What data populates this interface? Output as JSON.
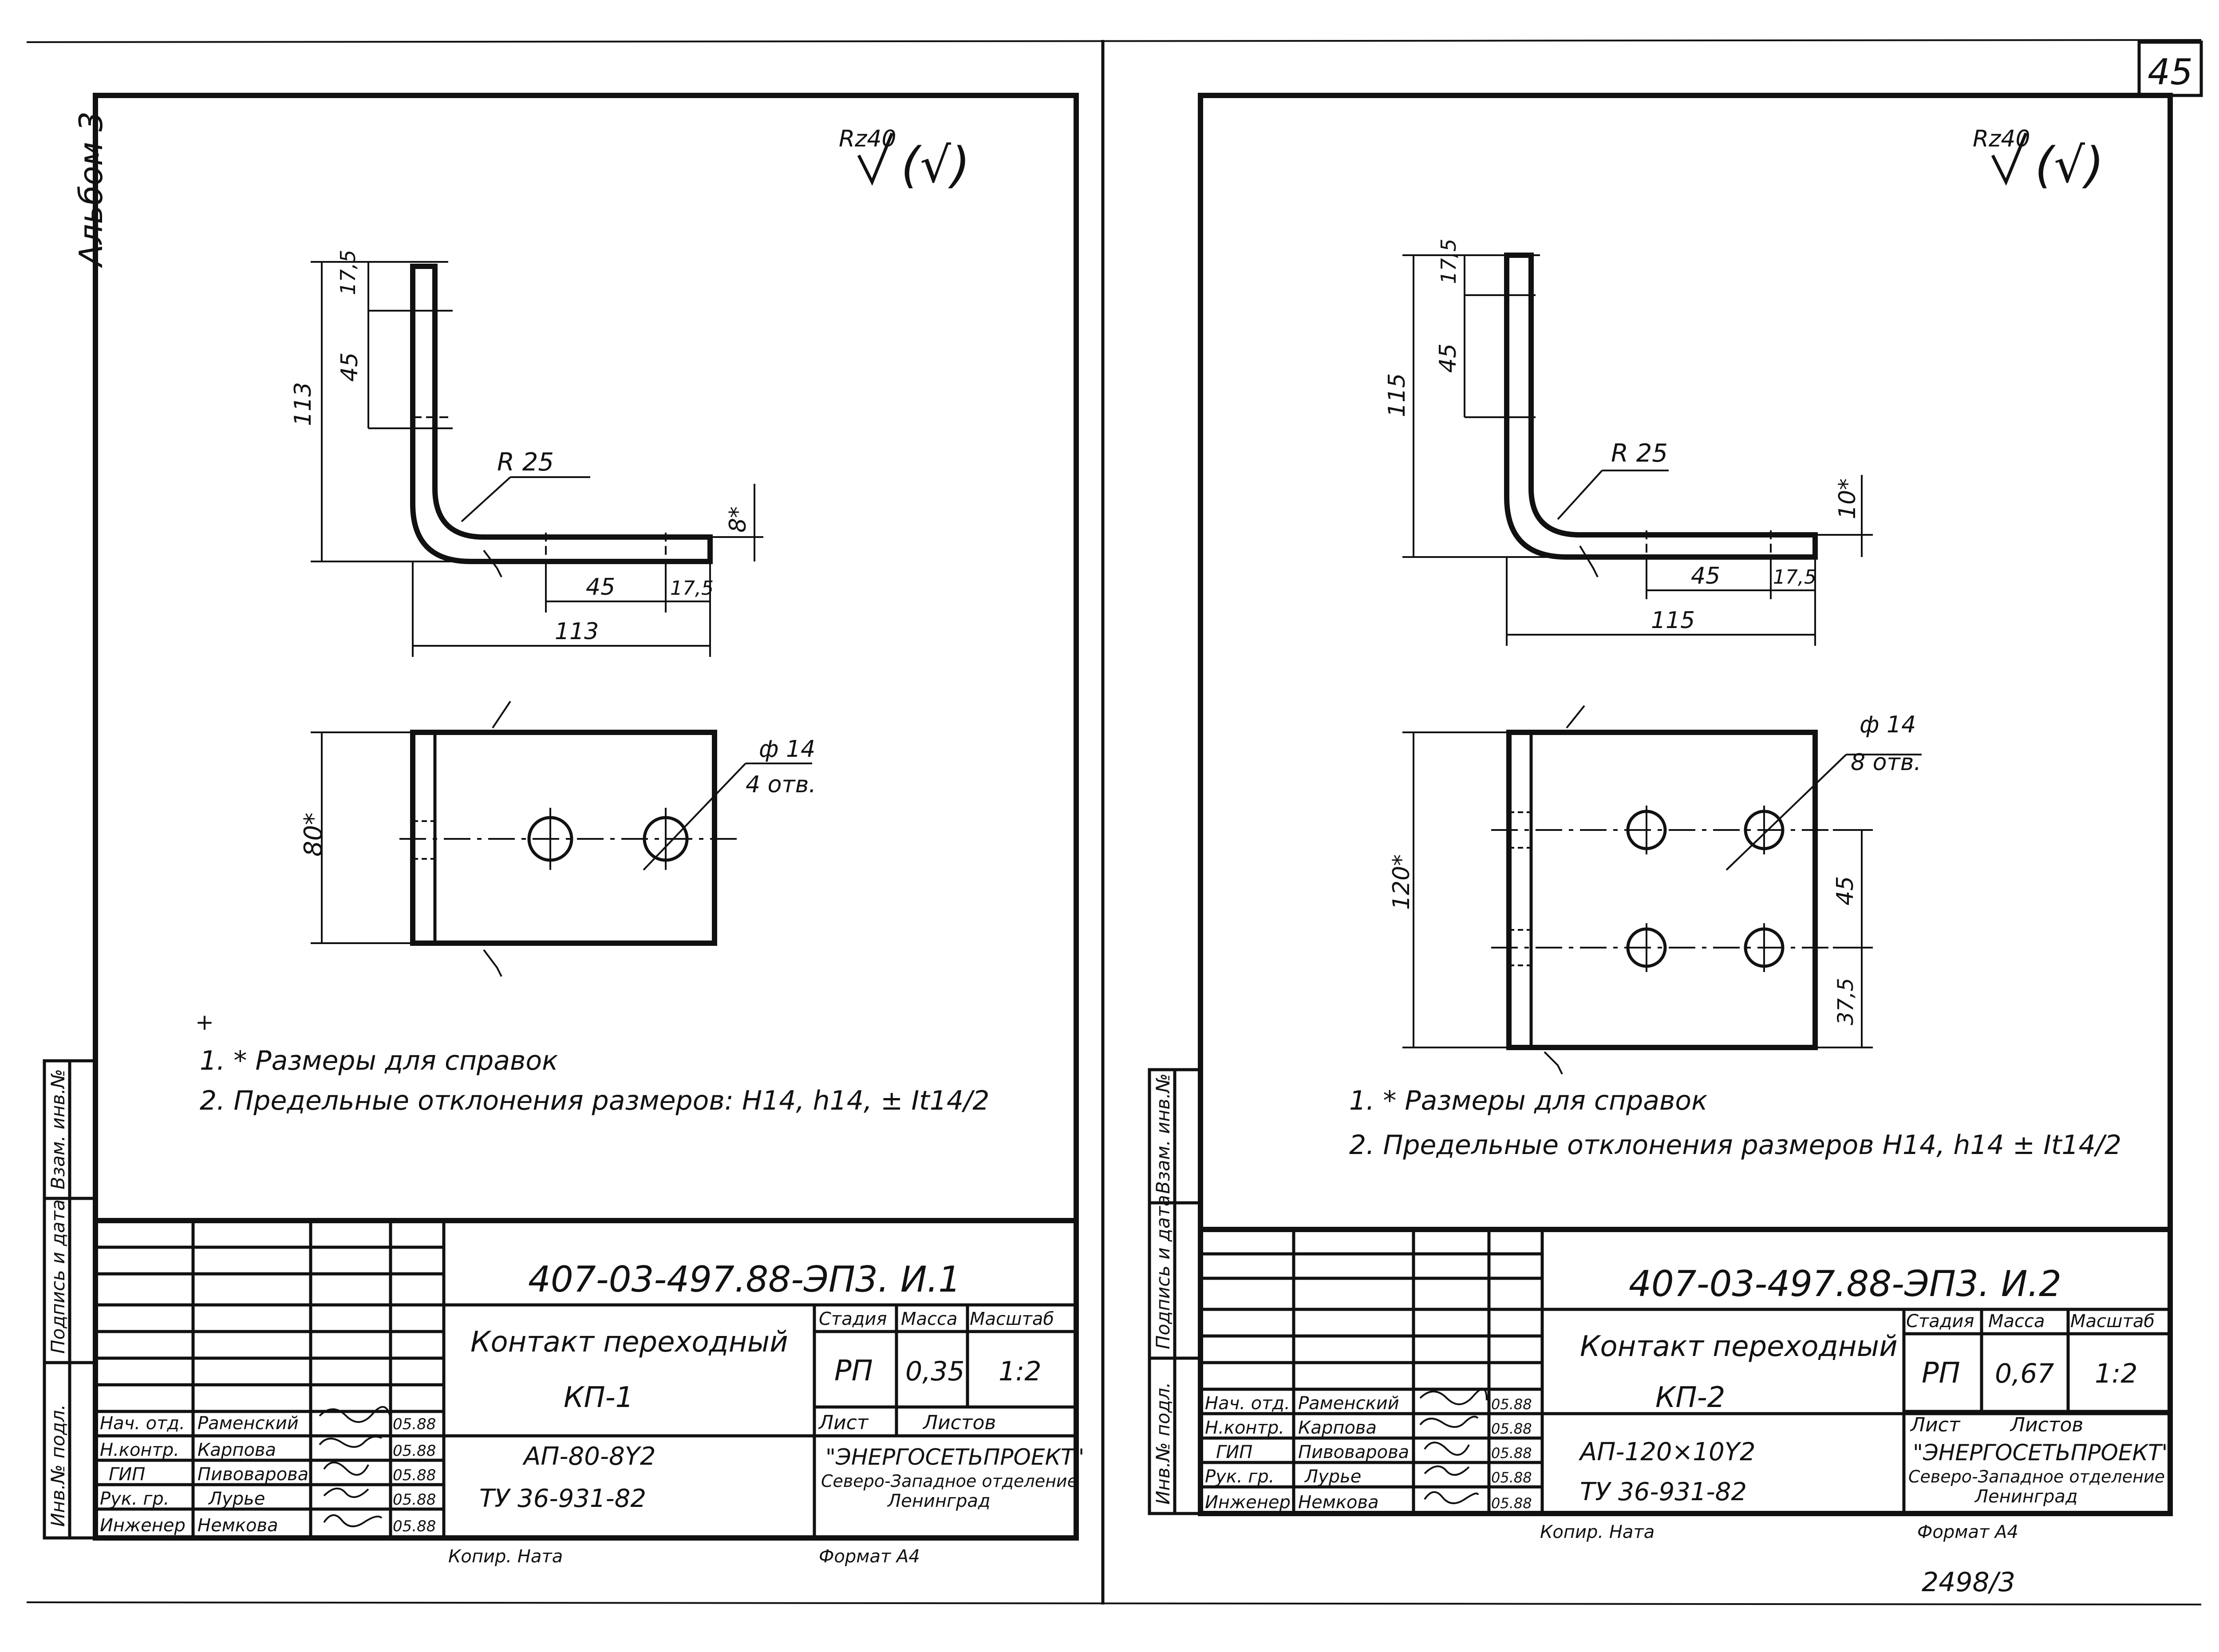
{
  "page_number": "45",
  "album_label": "Альбом 3",
  "sheet_code": "2498/3",
  "side_labels": {
    "inv_podl": "Инв.№ подл.",
    "podpis_data": "Подпись и дата",
    "vzam_inv": "Взам. инв.№"
  },
  "sheets": [
    {
      "roughness": "Rz40",
      "roughness_paren": "(√)",
      "dims": {
        "d_17_5": "17,5",
        "d_45_v": "45",
        "d_113_v": "113",
        "radius": "R 25",
        "thick": "8*",
        "d_45_h": "45",
        "d_17_5_h": "17,5",
        "d_113_h": "113",
        "width": "80*",
        "hole": "ф 14",
        "holes_count": "4 отв."
      },
      "notes_mark": "+",
      "notes": [
        "1. * Размеры для справок",
        "2. Предельные отклонения размеров: H14, h14, ± It14/2"
      ],
      "title_block": {
        "doc_code": "407-03-497.88-ЭП3. И.1",
        "item_name": "Контакт переходный",
        "item_mark": "КП-1",
        "material_1": "АП-80-8Y2",
        "material_2": "ТУ 36-931-82",
        "stage_label": "Стадия",
        "mass_label": "Масса",
        "scale_label": "Масштаб",
        "stage": "РП",
        "mass": "0,35",
        "scale": "1:2",
        "sheet_label": "Лист",
        "sheets_label": "Листов",
        "org": "\"ЭНЕРГОСЕТЬПРОЕКТ\"",
        "org_sub": "Северо-Западное отделение",
        "city": "Ленинград",
        "copy": "Копир. Ната",
        "format": "Формат А4",
        "staff": [
          {
            "role": "Нач. отд.",
            "name": "Раменский",
            "date": "05.88"
          },
          {
            "role": "Н.контр.",
            "name": "Карпова",
            "date": "05.88"
          },
          {
            "role": "ГИП",
            "name": "Пивоварова",
            "date": "05.88"
          },
          {
            "role": "Рук. гр.",
            "name": "Лурье",
            "date": "05.88"
          },
          {
            "role": "Инженер",
            "name": "Немкова",
            "date": "05.88"
          }
        ]
      }
    },
    {
      "roughness": "Rz40",
      "roughness_paren": "(√)",
      "dims": {
        "d_17_5": "17,5",
        "d_45_v": "45",
        "d_115_v": "115",
        "radius": "R 25",
        "thick": "10*",
        "d_45_h": "45",
        "d_17_5_h": "17,5",
        "d_115_h": "115",
        "width": "120*",
        "hole": "ф 14",
        "holes_count": "8 отв.",
        "d_45_side": "45",
        "d_37_5": "37,5"
      },
      "notes": [
        "1. * Размеры для справок",
        "2. Предельные отклонения размеров H14, h14 ± It14/2"
      ],
      "title_block": {
        "doc_code": "407-03-497.88-ЭП3. И.2",
        "item_name": "Контакт переходный",
        "item_mark": "КП-2",
        "material_1": "АП-120×10Y2",
        "material_2": "ТУ 36-931-82",
        "stage_label": "Стадия",
        "mass_label": "Масса",
        "scale_label": "Масштаб",
        "stage": "РП",
        "mass": "0,67",
        "scale": "1:2",
        "sheet_label": "Лист",
        "sheets_label": "Листов",
        "org": "\"ЭНЕРГОСЕТЬПРОЕКТ\"",
        "org_sub": "Северо-Западное отделение",
        "city": "Ленинград",
        "copy": "Копир. Ната",
        "format": "Формат А4",
        "staff": [
          {
            "role": "Нач. отд.",
            "name": "Раменский",
            "date": "05.88"
          },
          {
            "role": "Н.контр.",
            "name": "Карпова",
            "date": "05.88"
          },
          {
            "role": "ГИП",
            "name": "Пивоварова",
            "date": "05.88"
          },
          {
            "role": "Рук. гр.",
            "name": "Лурье",
            "date": "05.88"
          },
          {
            "role": "Инженер",
            "name": "Немкова",
            "date": "05.88"
          }
        ]
      }
    }
  ]
}
